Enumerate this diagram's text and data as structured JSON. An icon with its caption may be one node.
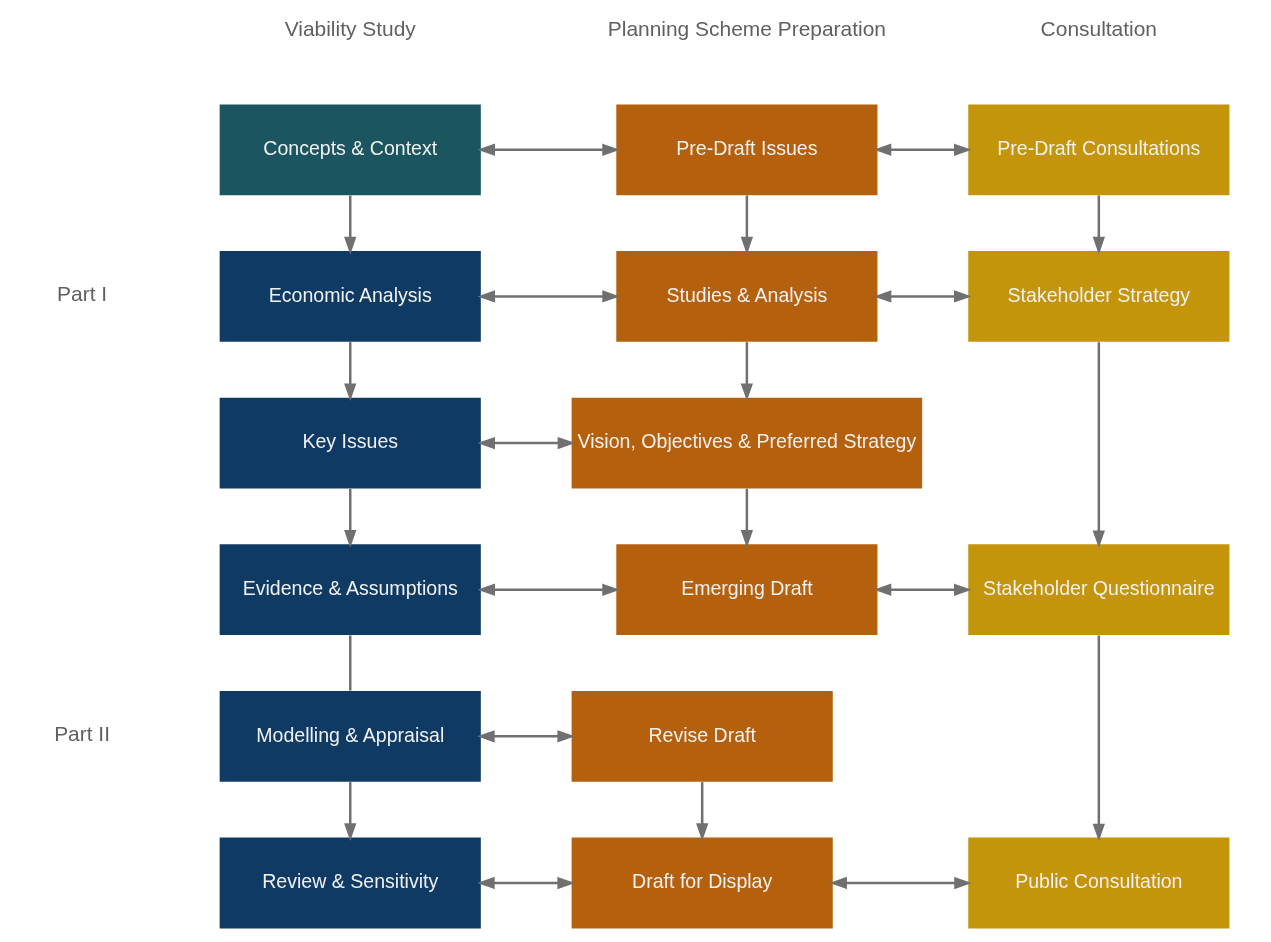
{
  "diagram": {
    "nodes": [
      {
        "text": [
          "Concepts & Context"
        ]
      },
      {
        "text": [
          "Pre-Draft Issues"
        ]
      },
      {
        "text": [
          "Pre-Draft Consultations"
        ]
      },
      {
        "text": [
          "Economic Analysis"
        ]
      },
      {
        "text": [
          "Studies & Analysis"
        ]
      },
      {
        "text": [
          "Stakeholder Strategy"
        ]
      },
      {
        "text": [
          "Key Issues"
        ]
      },
      {
        "text": [
          "Vision, Objectives & Preferred Strategy"
        ]
      },
      {
        "text": [
          "Evidence & Assumptions"
        ]
      },
      {
        "text": [
          "Emerging Draft"
        ]
      },
      {
        "text": [
          "Stakeholder Questionnaire"
        ]
      },
      {
        "text": [
          "Modelling & Appraisal"
        ]
      },
      {
        "text": [
          "Revise Draft"
        ]
      },
      {
        "text": [
          "Review & Sensitivity"
        ]
      },
      {
        "text": [
          "Draft for Display"
        ]
      },
      {
        "text": [
          "Public Consultation"
        ]
      }
    ],
    "edges": [
      {
        "from": 0,
        "to": 1,
        "arrow": "both"
      },
      {
        "from": 1,
        "to": 2,
        "arrow": "both"
      },
      {
        "from": 0,
        "to": 3,
        "arrow": "to"
      },
      {
        "from": 1,
        "to": 4,
        "arrow": "to"
      },
      {
        "from": 2,
        "to": 5,
        "arrow": "to"
      },
      {
        "from": 3,
        "to": 4,
        "arrow": "both"
      },
      {
        "from": 4,
        "to": 5,
        "arrow": "both"
      },
      {
        "from": 3,
        "to": 6,
        "arrow": "to"
      },
      {
        "from": 4,
        "to": 7,
        "arrow": "to"
      },
      {
        "from": 6,
        "to": 7,
        "arrow": "both"
      },
      {
        "from": 6,
        "to": 8,
        "arrow": "to"
      },
      {
        "from": 7,
        "to": 9,
        "arrow": "to"
      },
      {
        "from": 5,
        "to": 10,
        "arrow": "to"
      },
      {
        "from": 8,
        "to": 9,
        "arrow": "both"
      },
      {
        "from": 9,
        "to": 10,
        "arrow": "both"
      },
      {
        "from": 8,
        "to": 11,
        "arrow": "none"
      },
      {
        "from": 11,
        "to": 12,
        "arrow": "both"
      },
      {
        "from": 11,
        "to": 13,
        "arrow": "to"
      },
      {
        "from": 12,
        "to": 14,
        "arrow": "to"
      },
      {
        "from": 10,
        "to": 15,
        "arrow": "to"
      },
      {
        "from": 13,
        "to": 14,
        "arrow": "both"
      },
      {
        "from": 14,
        "to": 15,
        "arrow": "both"
      }
    ],
    "labels": [
      "Viability Study",
      "Planning Scheme Preparation",
      "Consultation",
      "Part I",
      "Part II"
    ]
  }
}
